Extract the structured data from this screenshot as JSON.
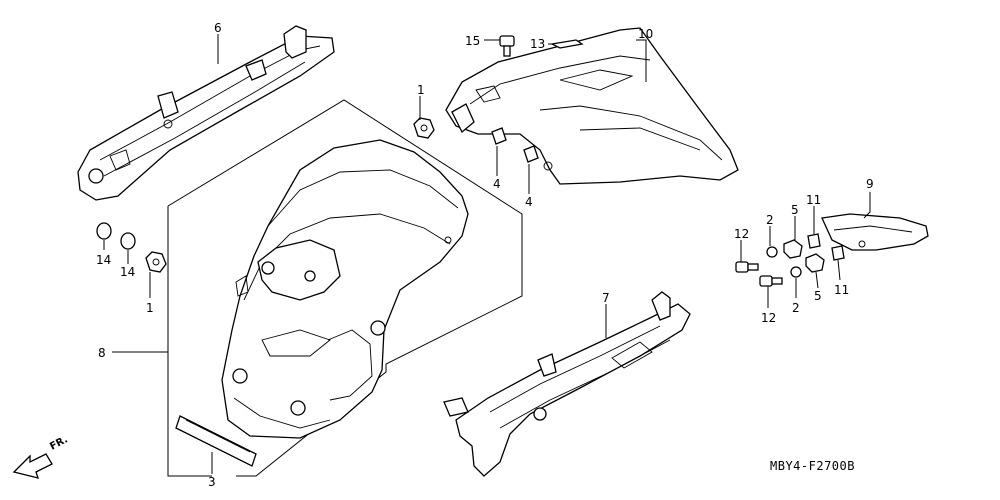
{
  "diagram": {
    "code": "MBY4-F2700B",
    "direction_label": "FR.",
    "callouts": [
      {
        "id": "c6",
        "text": "6"
      },
      {
        "id": "c15",
        "text": "15"
      },
      {
        "id": "c13",
        "text": "13"
      },
      {
        "id": "c10",
        "text": "10"
      },
      {
        "id": "c1a",
        "text": "1"
      },
      {
        "id": "c4a",
        "text": "4"
      },
      {
        "id": "c4b",
        "text": "4"
      },
      {
        "id": "c9",
        "text": "9"
      },
      {
        "id": "c14a",
        "text": "14"
      },
      {
        "id": "c14b",
        "text": "14"
      },
      {
        "id": "c1b",
        "text": "1"
      },
      {
        "id": "c12a",
        "text": "12"
      },
      {
        "id": "c2a",
        "text": "2"
      },
      {
        "id": "c5a",
        "text": "5"
      },
      {
        "id": "c11a",
        "text": "11"
      },
      {
        "id": "c12b",
        "text": "12"
      },
      {
        "id": "c2b",
        "text": "2"
      },
      {
        "id": "c5b",
        "text": "5"
      },
      {
        "id": "c11b",
        "text": "11"
      },
      {
        "id": "c7",
        "text": "7"
      },
      {
        "id": "c8",
        "text": "8"
      },
      {
        "id": "c3",
        "text": "3"
      }
    ]
  }
}
